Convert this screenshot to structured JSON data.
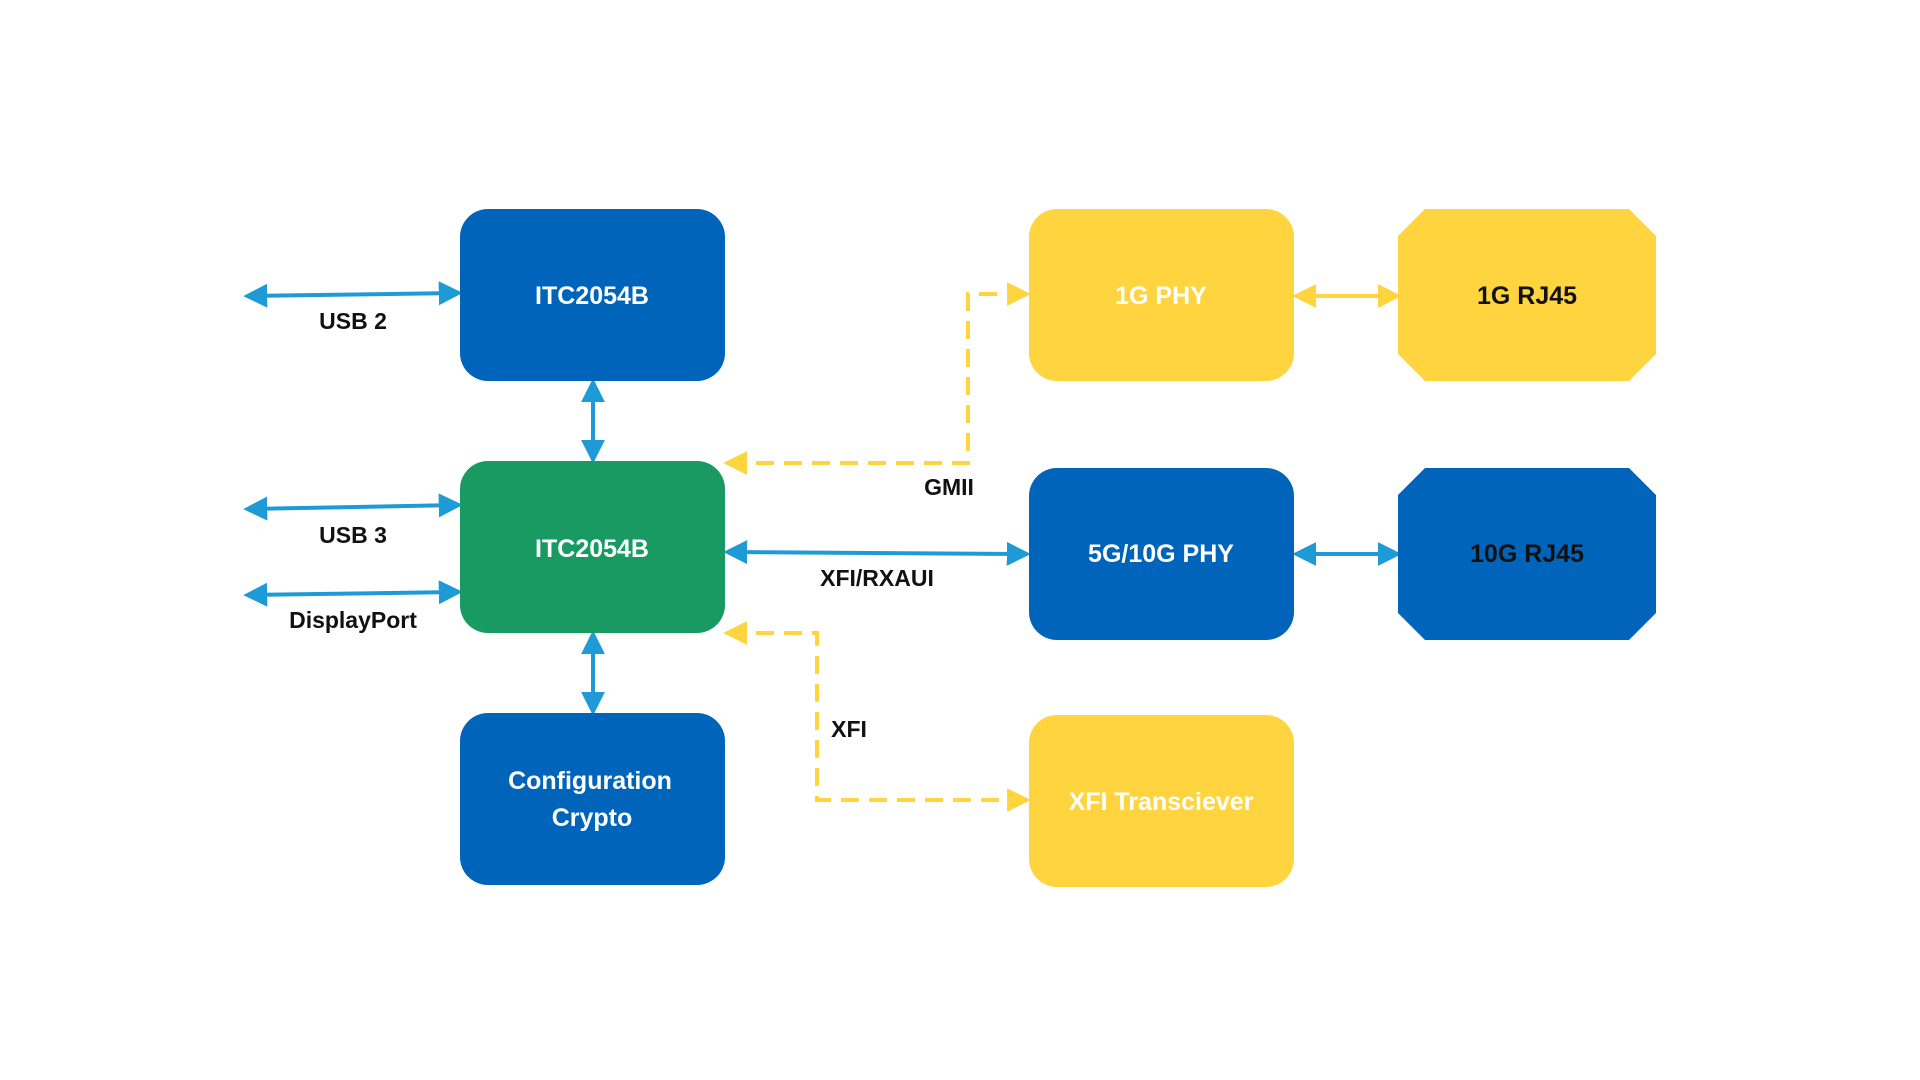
{
  "colors": {
    "blue": "#0064BB",
    "green": "#199A63",
    "yellow": "#FFD43F",
    "blue_line": "#1E9BD7",
    "yellow_line": "#FFD43F",
    "text_white": "#ffffff",
    "text_dark": "#111111",
    "background": "#ffffff"
  },
  "blocks": {
    "itc_top": {
      "line1": "ITC2054B"
    },
    "itc_main": {
      "line1": "ITC2054B"
    },
    "config": {
      "line1": "Configuration",
      "line2": "Crypto"
    },
    "phy_1g": {
      "line1": "1G PHY"
    },
    "rj45_1g": {
      "line1": "1G RJ45"
    },
    "phy_10g": {
      "line1": "5G/10G PHY"
    },
    "rj45_10g": {
      "line1": "10G RJ45"
    },
    "xfi_transceiver": {
      "line1": "XFI Transciever"
    }
  },
  "connections": {
    "usb2": "USB 2",
    "usb3": "USB 3",
    "displayport": "DisplayPort",
    "gmii": "GMII",
    "xfi_rxaui": "XFI/RXAUI",
    "xfi": "XFI"
  }
}
